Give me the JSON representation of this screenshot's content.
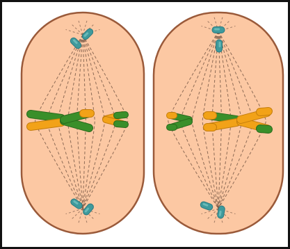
{
  "figure": {
    "kind": "cell-division-illustration",
    "colors": {
      "frame": "#111111",
      "cell_fill": "#fcc8a3",
      "cell_outline": "#9a5a3a",
      "spindle_fiber": "#7a5a48",
      "centriole": "#3f9a9c",
      "centriole_shadow": "#2b7a80",
      "chromatid_green": "#3a8f2a",
      "chromatid_green_edge": "#2a6a1c",
      "chromatid_orange": "#f2a218",
      "chromatid_orange_edge": "#c47d0c",
      "background": "#ffffff"
    },
    "cells": [
      {
        "id": "left-cell",
        "chromosome_pairs": [
          {
            "id": "large-pair",
            "size": "large",
            "green_side": "left"
          },
          {
            "id": "small-pair",
            "size": "small",
            "green_side": "right"
          }
        ],
        "centriole_pairs": [
          "top",
          "bottom"
        ]
      },
      {
        "id": "right-cell",
        "chromosome_pairs": [
          {
            "id": "small-pair",
            "size": "small",
            "green_side": "left"
          },
          {
            "id": "large-pair",
            "size": "large",
            "green_side": "right"
          }
        ],
        "centriole_pairs": [
          "top",
          "bottom"
        ]
      }
    ]
  }
}
